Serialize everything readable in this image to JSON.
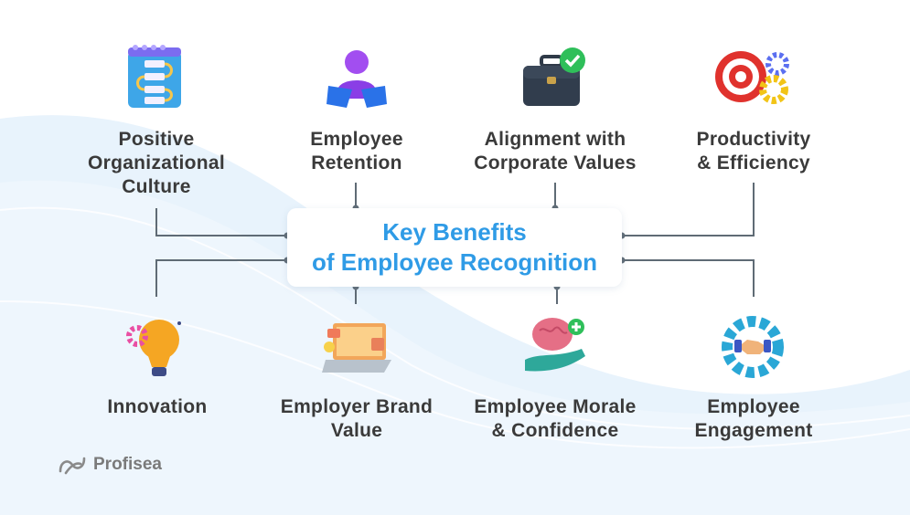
{
  "center": {
    "line1": "Key Benefits",
    "line2": "of Employee Recognition"
  },
  "benefits": [
    {
      "lines": [
        "Positive",
        "Organizational",
        "Culture"
      ],
      "icon": "process-flow-icon"
    },
    {
      "lines": [
        "Employee",
        "Retention"
      ],
      "icon": "person-hands-icon"
    },
    {
      "lines": [
        "Alignment with",
        "Corporate Values"
      ],
      "icon": "briefcase-check-icon"
    },
    {
      "lines": [
        "Productivity",
        "& Efficiency"
      ],
      "icon": "target-gears-icon"
    },
    {
      "lines": [
        "Innovation"
      ],
      "icon": "lightbulb-gear-icon"
    },
    {
      "lines": [
        "Employer Brand",
        "Value"
      ],
      "icon": "laptop-brand-icon"
    },
    {
      "lines": [
        "Employee Morale",
        "& Confidence"
      ],
      "icon": "brain-hand-icon"
    },
    {
      "lines": [
        "Employee",
        "Engagement"
      ],
      "icon": "handshake-gear-icon"
    }
  ],
  "brand": {
    "name": "Profisea"
  },
  "colors": {
    "accent": "#2f9be6",
    "text": "#3a3a3a",
    "connector": "#5f6b75",
    "wave": "#e6f2fb"
  }
}
